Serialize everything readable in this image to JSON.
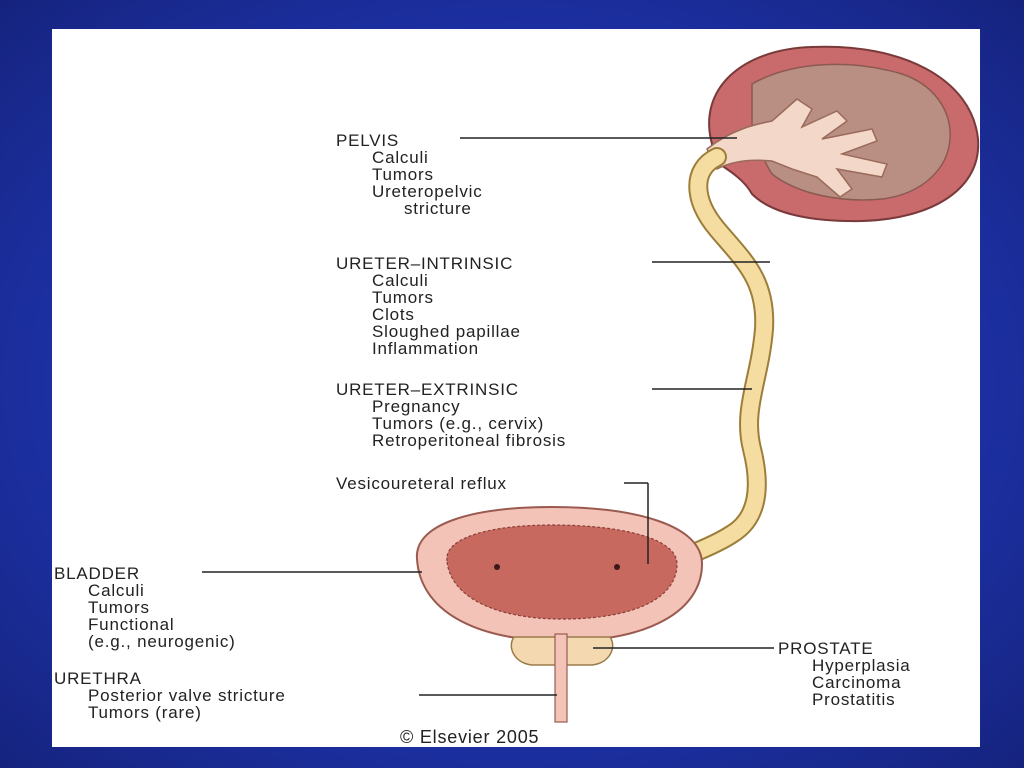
{
  "colors": {
    "frame_blue": "#1d31a6",
    "kidney_cortex": "#c96a6c",
    "kidney_medulla": "#b98f83",
    "pelvis_fill": "#f3d8c9",
    "ureter": "#f5dca0",
    "bladder_wall": "#f2c3b6",
    "bladder_inner": "#c8695f",
    "prostate": "#f4d9b0"
  },
  "pelvis": {
    "header": "PELVIS",
    "items": [
      "Calculi",
      "Tumors",
      "Ureteropelvic",
      "stricture"
    ]
  },
  "ureter_intrinsic": {
    "header": "URETER–INTRINSIC",
    "items": [
      "Calculi",
      "Tumors",
      "Clots",
      "Sloughed papillae",
      "Inflammation"
    ]
  },
  "ureter_extrinsic": {
    "header": "URETER–EXTRINSIC",
    "items": [
      "Pregnancy",
      "Tumors (e.g., cervix)",
      "Retroperitoneal fibrosis"
    ]
  },
  "vesicoureteral": {
    "header": "Vesicoureteral reflux"
  },
  "bladder": {
    "header": "BLADDER",
    "items": [
      "Calculi",
      "Tumors",
      "Functional",
      "(e.g., neurogenic)"
    ]
  },
  "urethra": {
    "header": "URETHRA",
    "items": [
      "Posterior valve stricture",
      "Tumors (rare)"
    ]
  },
  "prostate": {
    "header": "PROSTATE",
    "items": [
      "Hyperplasia",
      "Carcinoma",
      "Prostatitis"
    ]
  },
  "copyright": "© Elsevier 2005"
}
